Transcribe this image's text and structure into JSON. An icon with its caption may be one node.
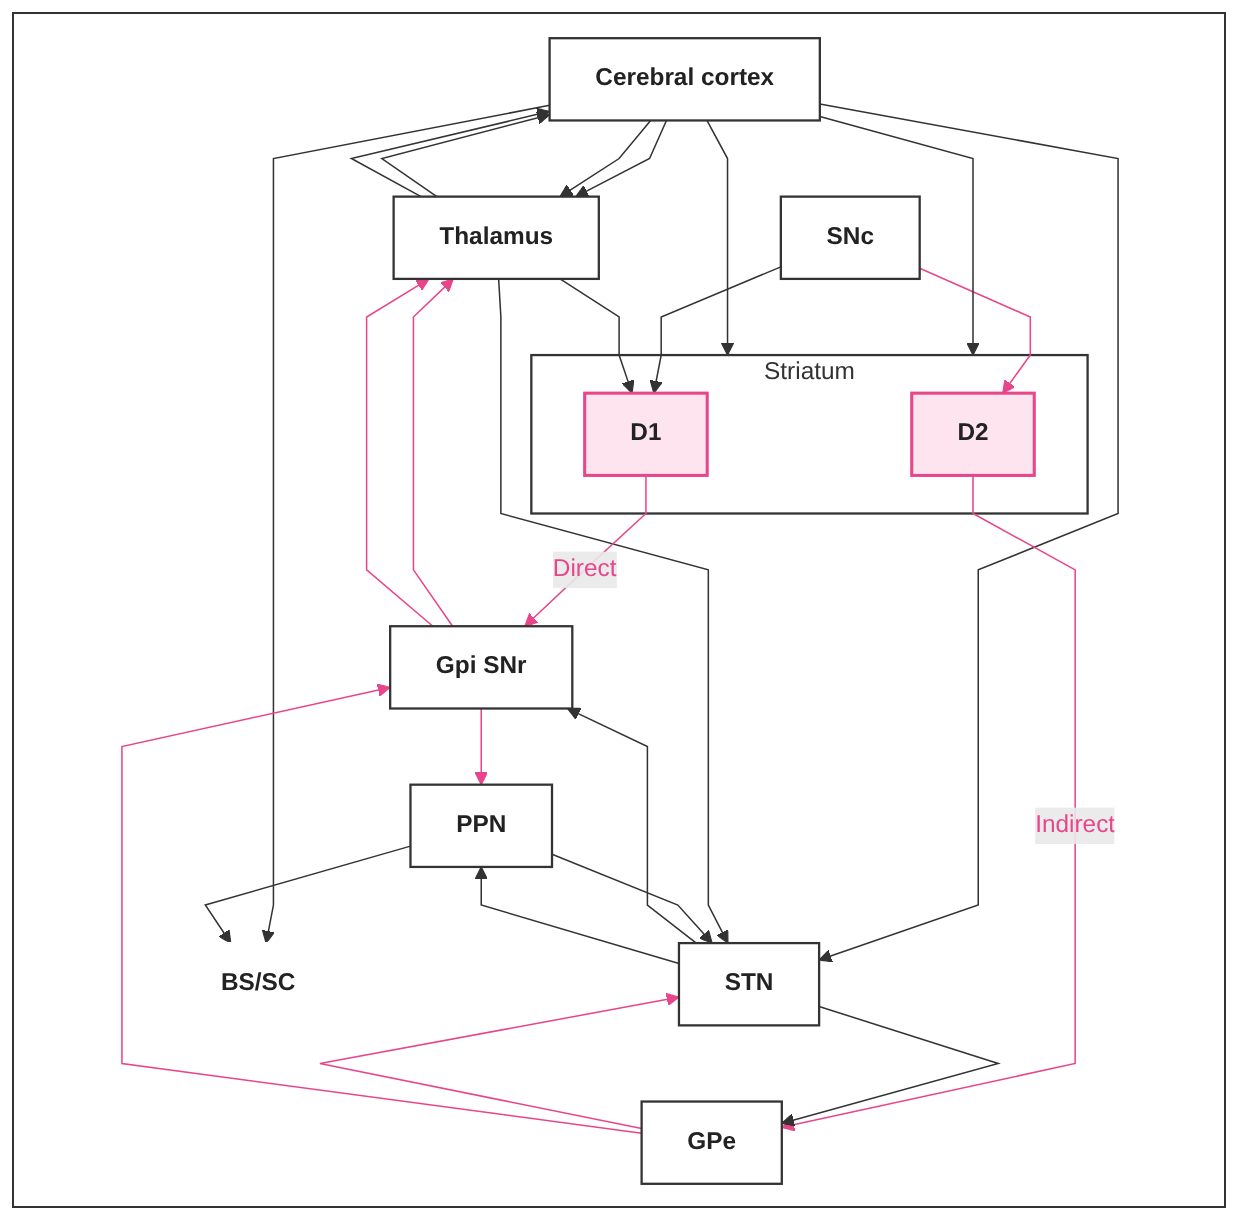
{
  "diagram": {
    "nodes": [
      {
        "text": [
          "Cerebral cortex"
        ]
      },
      {
        "text": [
          "Striatum"
        ]
      },
      {
        "text": [
          "D2"
        ],
        "in": 1
      },
      {
        "text": [
          "D1"
        ],
        "in": 1
      },
      {
        "text": [
          "Thalamus"
        ]
      },
      {
        "text": [
          "SNc"
        ]
      },
      {
        "text": [
          "GPe"
        ]
      },
      {
        "text": [
          "STN"
        ]
      },
      {
        "text": [
          "Gpi SNr"
        ]
      },
      {
        "text": [
          "BS/SC"
        ]
      },
      {
        "text": [
          "PPN"
        ]
      }
    ],
    "edges": [
      {
        "from": 0,
        "to": 1,
        "arrow": "to"
      },
      {
        "from": 0,
        "to": 1,
        "arrow": "to"
      },
      {
        "from": 0,
        "to": 4,
        "arrow": "to"
      },
      {
        "from": 4,
        "to": 0,
        "arrow": "to"
      },
      {
        "from": 0,
        "to": 4,
        "arrow": "to"
      },
      {
        "from": 4,
        "to": 0,
        "arrow": "to"
      },
      {
        "from": 0,
        "to": 9,
        "arrow": "to"
      },
      {
        "from": 0,
        "to": 7,
        "arrow": "to"
      },
      {
        "from": 5,
        "to": 2,
        "arrow": "to",
        "color": "#e8458b"
      },
      {
        "from": 5,
        "to": 3,
        "arrow": "to"
      },
      {
        "from": 4,
        "to": 3,
        "arrow": "to"
      },
      {
        "from": 4,
        "to": 7,
        "arrow": "to"
      },
      {
        "from": 2,
        "to": 6,
        "arrow": "to",
        "label": "Indirect",
        "color": "#e8458b"
      },
      {
        "from": 3,
        "to": 8,
        "arrow": "to",
        "label": "Direct",
        "color": "#e8458b"
      },
      {
        "from": 6,
        "to": 7,
        "arrow": "to",
        "color": "#e8458b"
      },
      {
        "from": 6,
        "to": 8,
        "arrow": "to",
        "color": "#e8458b"
      },
      {
        "from": 7,
        "to": 6,
        "arrow": "to"
      },
      {
        "from": 7,
        "to": 8,
        "arrow": "to"
      },
      {
        "from": 8,
        "to": 4,
        "arrow": "to",
        "color": "#e8458b"
      },
      {
        "from": 8,
        "to": 4,
        "arrow": "to",
        "color": "#e8458b"
      },
      {
        "from": 8,
        "to": 10,
        "arrow": "to",
        "color": "#e8458b"
      },
      {
        "from": 7,
        "to": 10,
        "arrow": "to"
      },
      {
        "from": 10,
        "to": 7,
        "arrow": "to"
      },
      {
        "from": 10,
        "to": 9,
        "arrow": "to"
      }
    ]
  }
}
